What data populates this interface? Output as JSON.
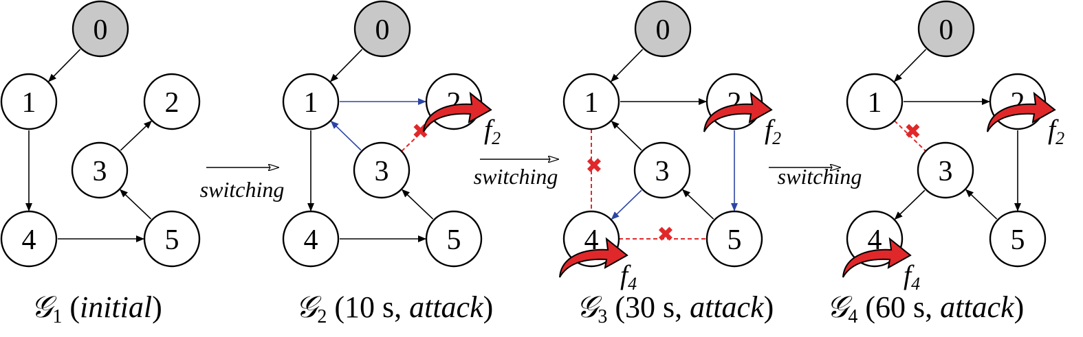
{
  "colors": {
    "node_fill": "#ffffff",
    "leader_fill": "#c8c8c8",
    "edge": "#000000",
    "switched_edge": "#2b45a5",
    "attacked_edge": "#e0282a",
    "fault_arrow": "#e0282a"
  },
  "switching_label": "switching",
  "panels": [
    {
      "id": "G1",
      "caption": {
        "symbol": "𝒢",
        "sub": "1",
        "open": " (",
        "time": "",
        "italic": "initial",
        "close": ")"
      },
      "nodes": [
        "0",
        "1",
        "2",
        "3",
        "4",
        "5"
      ],
      "leader": "0",
      "edges": [
        {
          "from": "0",
          "to": "1",
          "color": "edge"
        },
        {
          "from": "1",
          "to": "4",
          "color": "edge"
        },
        {
          "from": "4",
          "to": "5",
          "color": "edge"
        },
        {
          "from": "5",
          "to": "3",
          "color": "edge"
        },
        {
          "from": "3",
          "to": "2",
          "color": "edge"
        }
      ],
      "attacked_links": [],
      "faults": []
    },
    {
      "id": "G2",
      "caption": {
        "symbol": "𝒢",
        "sub": "2",
        "open": " (",
        "time": "10 s, ",
        "italic": "attack",
        "close": ")"
      },
      "nodes": [
        "0",
        "1",
        "2",
        "3",
        "4",
        "5"
      ],
      "leader": "0",
      "edges": [
        {
          "from": "0",
          "to": "1",
          "color": "edge"
        },
        {
          "from": "1",
          "to": "2",
          "color": "switched_edge"
        },
        {
          "from": "3",
          "to": "1",
          "color": "switched_edge"
        },
        {
          "from": "1",
          "to": "4",
          "color": "edge"
        },
        {
          "from": "4",
          "to": "5",
          "color": "edge"
        },
        {
          "from": "5",
          "to": "3",
          "color": "edge"
        }
      ],
      "attacked_links": [
        {
          "a": "3",
          "b": "2"
        }
      ],
      "faults": [
        {
          "node": "2",
          "symbol": "f",
          "sub": "2"
        }
      ]
    },
    {
      "id": "G3",
      "caption": {
        "symbol": "𝒢",
        "sub": "3",
        "open": " (",
        "time": "30 s, ",
        "italic": "attack",
        "close": ")"
      },
      "nodes": [
        "0",
        "1",
        "2",
        "3",
        "4",
        "5"
      ],
      "leader": "0",
      "edges": [
        {
          "from": "0",
          "to": "1",
          "color": "edge"
        },
        {
          "from": "1",
          "to": "2",
          "color": "edge"
        },
        {
          "from": "3",
          "to": "1",
          "color": "edge"
        },
        {
          "from": "2",
          "to": "5",
          "color": "switched_edge"
        },
        {
          "from": "3",
          "to": "4",
          "color": "switched_edge"
        },
        {
          "from": "5",
          "to": "3",
          "color": "edge"
        }
      ],
      "attacked_links": [
        {
          "a": "1",
          "b": "4"
        },
        {
          "a": "4",
          "b": "5"
        }
      ],
      "faults": [
        {
          "node": "2",
          "symbol": "f",
          "sub": "2"
        },
        {
          "node": "4",
          "symbol": "f",
          "sub": "4"
        }
      ]
    },
    {
      "id": "G4",
      "caption": {
        "symbol": "𝒢",
        "sub": "4",
        "open": " (",
        "time": "60 s, ",
        "italic": "attack",
        "close": ")"
      },
      "nodes": [
        "0",
        "1",
        "2",
        "3",
        "4",
        "5"
      ],
      "leader": "0",
      "edges": [
        {
          "from": "0",
          "to": "1",
          "color": "edge"
        },
        {
          "from": "1",
          "to": "2",
          "color": "edge"
        },
        {
          "from": "2",
          "to": "5",
          "color": "edge"
        },
        {
          "from": "5",
          "to": "3",
          "color": "edge"
        },
        {
          "from": "3",
          "to": "4",
          "color": "edge"
        }
      ],
      "attacked_links": [
        {
          "a": "1",
          "b": "3"
        }
      ],
      "faults": [
        {
          "node": "2",
          "symbol": "f",
          "sub": "2"
        },
        {
          "node": "4",
          "symbol": "f",
          "sub": "4"
        }
      ]
    }
  ]
}
